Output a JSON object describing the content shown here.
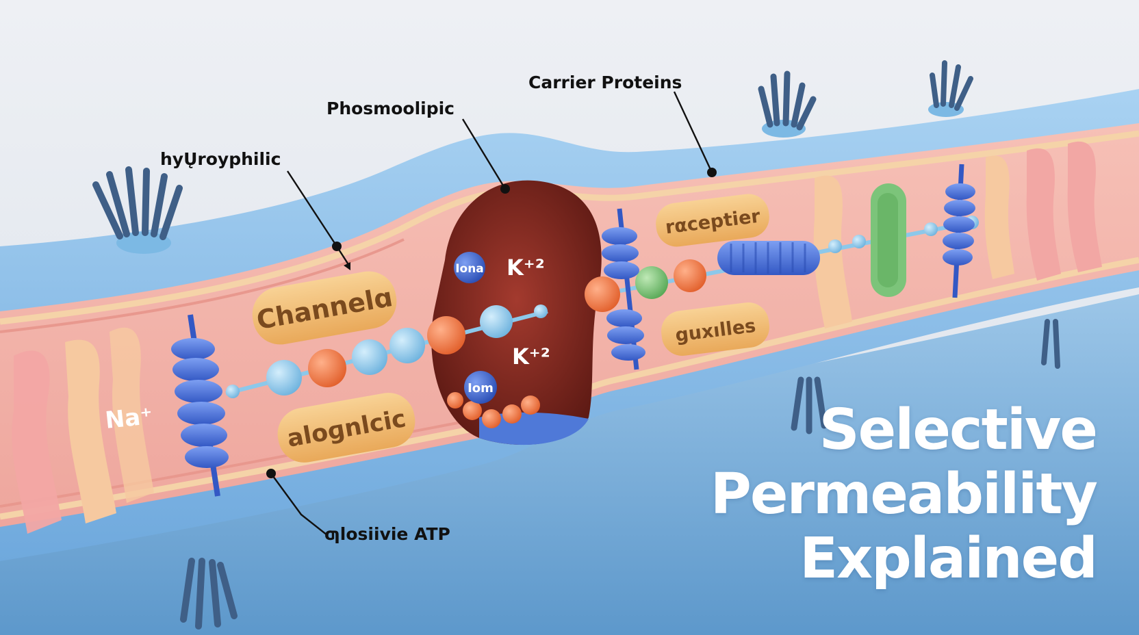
{
  "callouts": {
    "hydrophilic": "hyŲroyphilic",
    "phospholipid": "Phosmoolipic",
    "carrier": "Carrier Proteins",
    "atp": "ƣlosiivie ATP"
  },
  "pills": {
    "channel": "Channelɑ",
    "glycolipid": "aloɡnlcic",
    "receptor": "rαceptier",
    "vesicles": "guxılles"
  },
  "ions": {
    "na": "Na⁺",
    "k_upper": "K⁺²",
    "k_lower": "K⁺²",
    "ion_upper": "Iona",
    "ion_lower": "Iom"
  },
  "headline": {
    "line1": "Selective",
    "line2": "Permeability",
    "line3": "Explained"
  },
  "colors": {
    "background": "#e9ecf1",
    "membrane_outer": "#7fb6e6",
    "membrane_inner": "#f2b3aa",
    "phospholipid_tail": "#f5d3a8",
    "pocket": "#8a2f26",
    "protein_blue": "#4a72d6",
    "ion_orange": "#ef7a45",
    "ion_lightblue": "#8cc8ea",
    "ion_green": "#7cc47a",
    "pill_fill": "#f2bd73",
    "headline_text": "#ffffff"
  }
}
